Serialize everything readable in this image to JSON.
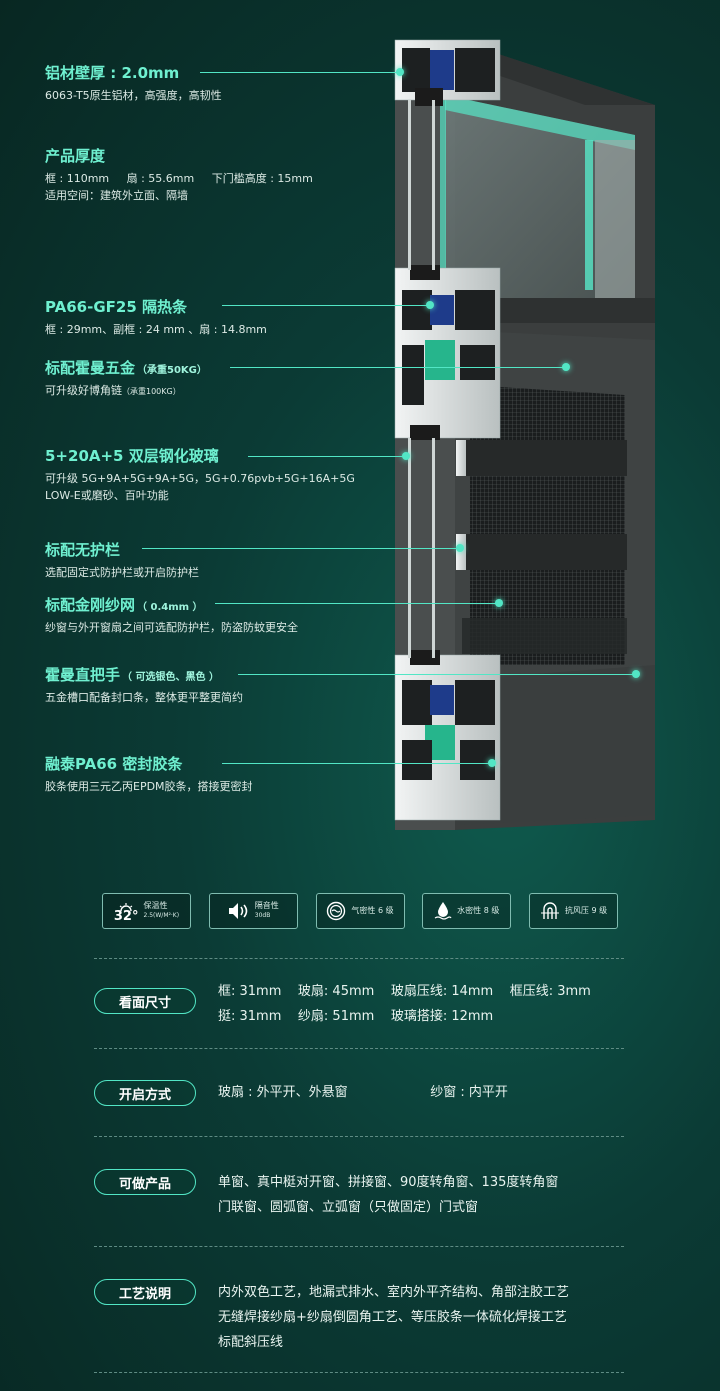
{
  "specs": [
    {
      "title": "铝材壁厚 : 2.0mm",
      "lines": [
        "6063-T5原生铝材，高强度，高韧性"
      ]
    },
    {
      "title": "产品厚度",
      "lines": [
        "框 : 110mm     扇 : 55.6mm     下门槛高度 : 15mm",
        "适用空间：建筑外立面、隔墙"
      ]
    },
    {
      "title": "PA66-GF25 隔热条",
      "lines": [
        "框 : 29mm、副框 : 24 mm 、扇 : 14.8mm"
      ]
    },
    {
      "title": "标配霍曼五金",
      "title_small": "（承重50KG）",
      "lines_pre": "可升级好博角链",
      "lines_tiny": "（承重100KG）"
    },
    {
      "title": "5+20A+5 双层钢化玻璃",
      "lines": [
        "可升级 5G+9A+5G+9A+5G，5G+0.76pvb+5G+16A+5G",
        "LOW-E或磨砂、百叶功能"
      ]
    },
    {
      "title": "标配无护栏",
      "lines": [
        "选配固定式防护栏或开启防护栏"
      ]
    },
    {
      "title": "标配金刚纱网",
      "title_small": "（ 0.4mm ）",
      "lines": [
        "纱窗与外开窗扇之间可选配防护栏，防盗防蚊更安全"
      ]
    },
    {
      "title": "霍曼直把手",
      "title_small": "（ 可选银色、黑色 ）",
      "lines": [
        "五金槽口配备封口条，整体更平整更简约"
      ]
    },
    {
      "title": "融泰PA66 密封胶条",
      "lines": [
        "胶条使用三元乙丙EPDM胶条，搭接更密封"
      ]
    }
  ],
  "badges": [
    {
      "icon": "sun-thermometer-icon",
      "value": "32°",
      "label": "保温性",
      "sub": "2.5(W/M²·K)"
    },
    {
      "icon": "speaker-icon",
      "label": "隔音性",
      "sub": "30dB"
    },
    {
      "icon": "airtight-icon",
      "label": "气密性 6 级"
    },
    {
      "icon": "water-drop-icon",
      "label": "水密性 8 级"
    },
    {
      "icon": "wind-pressure-icon",
      "label": "抗风压 9 级"
    }
  ],
  "rows": [
    {
      "label": "看面尺寸",
      "lines": [
        "框: 31mm    玻扇: 45mm    玻扇压线: 14mm    框压线: 3mm",
        "挺: 31mm    纱扇: 51mm    玻璃搭接: 12mm"
      ]
    },
    {
      "label": "开启方式",
      "lines": [
        "玻扇 : 外平开、外悬窗                    纱窗 : 内平开"
      ]
    },
    {
      "label": "可做产品",
      "lines": [
        "单窗、真中梃对开窗、拼接窗、90度转角窗、135度转角窗",
        "门联窗、圆弧窗、立弧窗（只做固定）门式窗"
      ]
    },
    {
      "label": "工艺说明",
      "lines": [
        "内外双色工艺，地漏式排水、室内外平齐结构、角部注胶工艺",
        "无缝焊接纱扇+纱扇倒圆角工艺、等压胶条一体硫化焊接工艺",
        "标配斜压线"
      ]
    }
  ],
  "colors": {
    "accent": "#52e6c5",
    "title": "#6ff0d0",
    "frame": "#3a3d3d",
    "background": "#0b3b35"
  }
}
